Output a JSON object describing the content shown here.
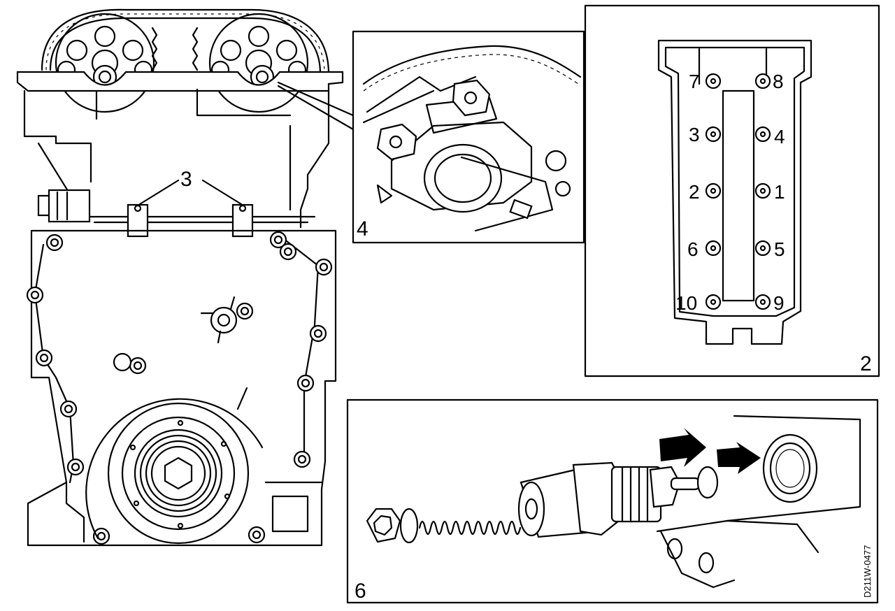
{
  "callouts": {
    "engine_label": "3",
    "panel_top_label": "4",
    "panel_right_label": "2",
    "panel_bottom_label": "6"
  },
  "bolt_numbers": [
    "7",
    "8",
    "3",
    "4",
    "2",
    "1",
    "6",
    "5",
    "10",
    "9"
  ],
  "figure_code": "D211W-0477"
}
